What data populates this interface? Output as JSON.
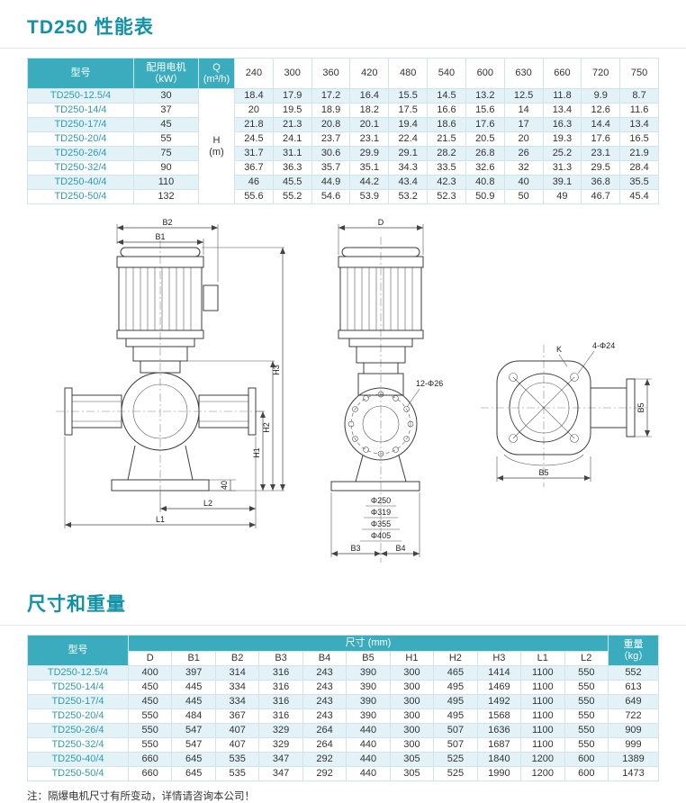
{
  "page": {
    "accent_color": "#1292a9",
    "header_bg_color": "#3aacbe",
    "row_alt_bg_color": "#e3f2f7",
    "model_text_color": "#2b9cb4"
  },
  "section1": {
    "title": "TD250 性能表"
  },
  "section2": {
    "title": "尺寸和重量"
  },
  "footnote": "注：隔爆电机尺寸有所变动，详情请咨询本公司！",
  "perf_table": {
    "headers": {
      "model": "型号",
      "motor_line1": "配用电机",
      "motor_line2": "（kW）",
      "q_line1": "Q",
      "q_line2": "(m³/h)"
    },
    "flow_values": [
      "240",
      "300",
      "360",
      "420",
      "480",
      "540",
      "600",
      "630",
      "660",
      "720",
      "750"
    ],
    "h_label_line1": "H",
    "h_label_line2": "(m)",
    "rows": [
      {
        "model": "TD250-12.5/4",
        "kw": "30",
        "values": [
          "18.4",
          "17.9",
          "17.2",
          "16.4",
          "15.5",
          "14.5",
          "13.2",
          "12.5",
          "11.8",
          "9.9",
          "8.7"
        ]
      },
      {
        "model": "TD250-14/4",
        "kw": "37",
        "values": [
          "20",
          "19.5",
          "18.9",
          "18.2",
          "17.5",
          "16.6",
          "15.6",
          "14",
          "13.4",
          "12.6",
          "11.6"
        ]
      },
      {
        "model": "TD250-17/4",
        "kw": "45",
        "values": [
          "21.8",
          "21.3",
          "20.8",
          "20.1",
          "19.4",
          "18.6",
          "17.6",
          "17",
          "16.3",
          "14.4",
          "13.4"
        ]
      },
      {
        "model": "TD250-20/4",
        "kw": "55",
        "values": [
          "24.5",
          "24.1",
          "23.7",
          "23.1",
          "22.4",
          "21.5",
          "20.5",
          "20",
          "19.3",
          "17.6",
          "16.5"
        ]
      },
      {
        "model": "TD250-26/4",
        "kw": "75",
        "values": [
          "31.7",
          "31.1",
          "30.6",
          "29.9",
          "29.1",
          "28.2",
          "26.8",
          "26",
          "25.2",
          "23.1",
          "21.9"
        ]
      },
      {
        "model": "TD250-32/4",
        "kw": "90",
        "values": [
          "36.7",
          "36.3",
          "35.7",
          "35.1",
          "34.3",
          "33.5",
          "32.6",
          "32",
          "31.3",
          "29.5",
          "28.4"
        ]
      },
      {
        "model": "TD250-40/4",
        "kw": "110",
        "values": [
          "46",
          "45.5",
          "44.9",
          "44.2",
          "43.4",
          "42.3",
          "40.8",
          "40",
          "39.1",
          "36.8",
          "35.5"
        ]
      },
      {
        "model": "TD250-50/4",
        "kw": "132",
        "values": [
          "55.6",
          "55.2",
          "54.6",
          "53.9",
          "53.2",
          "52.3",
          "50.9",
          "50",
          "49",
          "46.7",
          "45.4"
        ]
      }
    ]
  },
  "dim_table": {
    "headers": {
      "model": "型号",
      "size_group": "尺寸 (mm)",
      "weight_line1": "重量",
      "weight_line2": "（kg）"
    },
    "size_columns": [
      "D",
      "B1",
      "B2",
      "B3",
      "B4",
      "B5",
      "H1",
      "H2",
      "H3",
      "L1",
      "L2"
    ],
    "rows": [
      {
        "model": "TD250-12.5/4",
        "values": [
          "400",
          "397",
          "314",
          "316",
          "243",
          "390",
          "300",
          "465",
          "1414",
          "1100",
          "550"
        ],
        "weight": "552"
      },
      {
        "model": "TD250-14/4",
        "values": [
          "450",
          "445",
          "334",
          "316",
          "243",
          "390",
          "300",
          "495",
          "1469",
          "1100",
          "550"
        ],
        "weight": "613"
      },
      {
        "model": "TD250-17/4",
        "values": [
          "450",
          "445",
          "334",
          "316",
          "243",
          "390",
          "300",
          "495",
          "1492",
          "1100",
          "550"
        ],
        "weight": "649"
      },
      {
        "model": "TD250-20/4",
        "values": [
          "550",
          "484",
          "367",
          "316",
          "243",
          "390",
          "300",
          "495",
          "1568",
          "1100",
          "550"
        ],
        "weight": "722"
      },
      {
        "model": "TD250-26/4",
        "values": [
          "550",
          "547",
          "407",
          "329",
          "264",
          "440",
          "300",
          "507",
          "1636",
          "1100",
          "550"
        ],
        "weight": "909"
      },
      {
        "model": "TD250-32/4",
        "values": [
          "550",
          "547",
          "407",
          "329",
          "264",
          "440",
          "300",
          "507",
          "1687",
          "1100",
          "550"
        ],
        "weight": "999"
      },
      {
        "model": "TD250-40/4",
        "values": [
          "660",
          "645",
          "535",
          "347",
          "292",
          "440",
          "305",
          "525",
          "1840",
          "1200",
          "600"
        ],
        "weight": "1389"
      },
      {
        "model": "TD250-50/4",
        "values": [
          "660",
          "645",
          "535",
          "347",
          "292",
          "440",
          "305",
          "525",
          "1990",
          "1200",
          "600"
        ],
        "weight": "1473"
      }
    ]
  },
  "drawing": {
    "left": {
      "B2": "B2",
      "B1": "B1",
      "H3": "H3",
      "H2": "H2",
      "H1": "H1",
      "dim40": "40",
      "L2": "L2",
      "L1": "L1"
    },
    "middle": {
      "D": "D",
      "bolts": "12-Φ26",
      "phi1": "Φ250",
      "phi2": "Φ319",
      "phi3": "Φ355",
      "phi4": "Φ405",
      "B3": "B3",
      "B4": "B4"
    },
    "right": {
      "K": "K",
      "bolts": "4-Φ24",
      "B5_side": "B5",
      "B5_bottom": "B5"
    }
  }
}
